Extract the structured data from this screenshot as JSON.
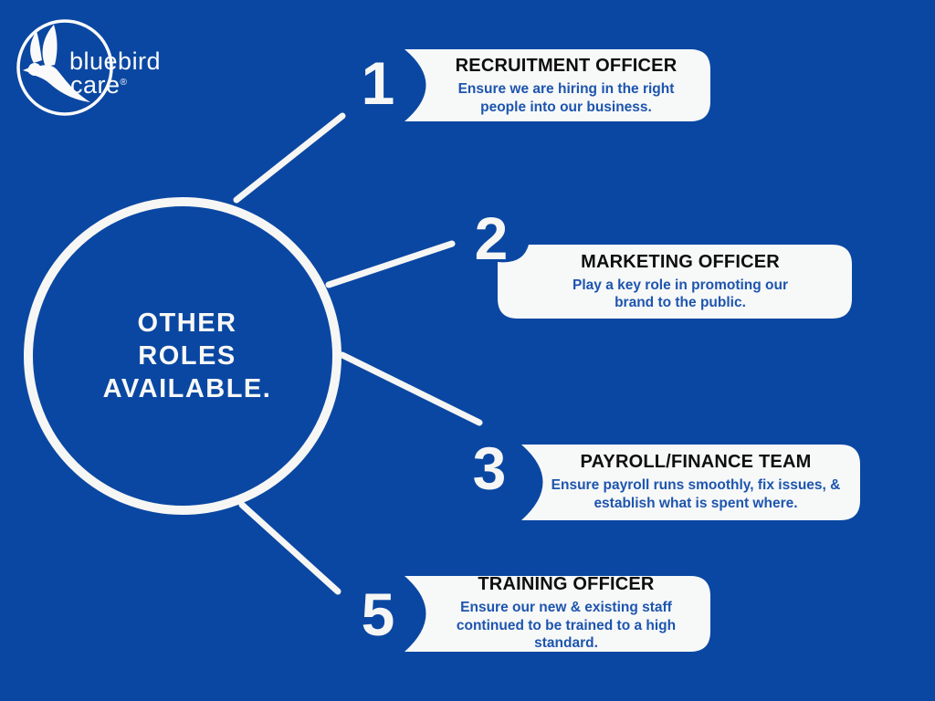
{
  "brand": {
    "name_line1": "bluebird",
    "name_line2": "care",
    "registered_mark": "®",
    "logo_icon": "dove-in-circle"
  },
  "hub": {
    "label": "OTHER\nROLES\nAVAILABLE."
  },
  "roles": [
    {
      "number": "1",
      "title": "RECRUITMENT OFFICER",
      "description": "Ensure we are hiring in the right\npeople into our business."
    },
    {
      "number": "2",
      "title": "MARKETING OFFICER",
      "description": "Play a key role in promoting our\nbrand to the public."
    },
    {
      "number": "3",
      "title": "PAYROLL/FINANCE TEAM",
      "description": "Ensure payroll runs smoothly, fix issues, &\nestablish what is spent where."
    },
    {
      "number": "5",
      "title": "TRAINING OFFICER",
      "description": "Ensure our new & existing staff\ncontinued to be trained to a high\nstandard."
    }
  ],
  "colors": {
    "background": "#0a47a2",
    "card_background": "#f7f8f8",
    "title_text": "#0e0e0e",
    "description_text": "#1d55ae",
    "line_white": "#f6f6f4"
  }
}
